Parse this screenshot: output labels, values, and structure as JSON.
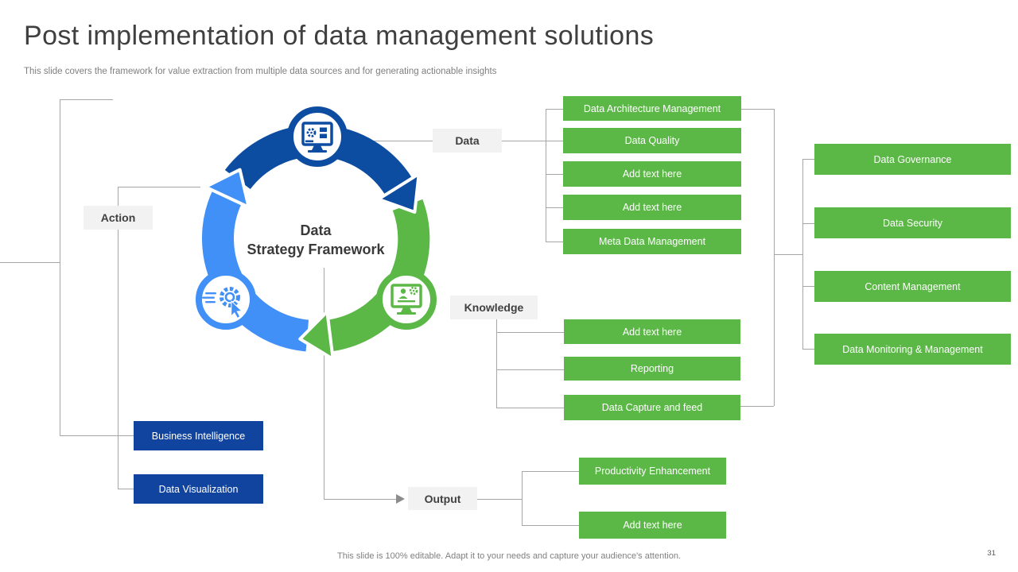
{
  "slide": {
    "title": "Post implementation of data management solutions",
    "subtitle": "This slide covers the framework for value extraction from multiple data sources and for generating actionable insights",
    "footer_note": "This slide is 100% editable. Adapt it to your needs and capture your audience's attention.",
    "page_number": "31"
  },
  "diagram": {
    "center": {
      "line1": "Data",
      "line2": "Strategy Framework"
    },
    "stage_labels": {
      "action": "Action",
      "data": "Data",
      "knowledge": "Knowledge",
      "output": "Output"
    },
    "data_items": [
      "Data Architecture Management",
      "Data Quality",
      "Add text here",
      "Add text here",
      "Meta Data Management"
    ],
    "governance_items": [
      "Data Governance",
      "Data Security",
      "Content Management",
      "Data Monitoring & Management"
    ],
    "knowledge_items": [
      "Add text here",
      "Reporting",
      "Data Capture and feed"
    ],
    "output_items": [
      "Productivity Enhancement",
      "Add text here"
    ],
    "action_items": [
      "Business Intelligence",
      "Data Visualization"
    ],
    "icons": {
      "top": "dashboard-monitor-icon",
      "left": "gear-cursor-icon",
      "right": "analytics-monitor-icon"
    },
    "colors": {
      "dark_blue": "#0d4da1",
      "light_blue": "#4190f7",
      "green": "#5bb847",
      "box_blue": "#11449e",
      "label_bg": "#f2f2f2",
      "connector": "#a6a6a6"
    }
  }
}
